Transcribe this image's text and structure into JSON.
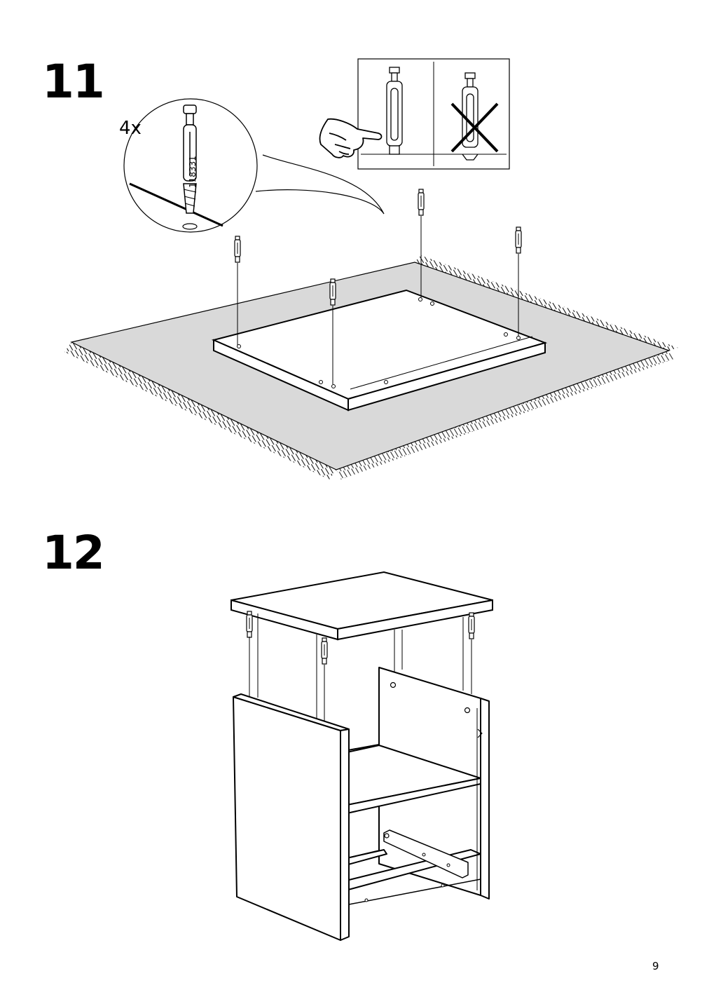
{
  "steps": [
    {
      "number": "11",
      "quantity": "4x",
      "part_number": "118331"
    },
    {
      "number": "12"
    }
  ],
  "page_number": "9",
  "colors": {
    "line": "#000000",
    "rug": "#d9d9d9",
    "paper": "#ffffff"
  },
  "icons": [
    "dowel-icon",
    "hand-press-icon",
    "cross-icon"
  ]
}
